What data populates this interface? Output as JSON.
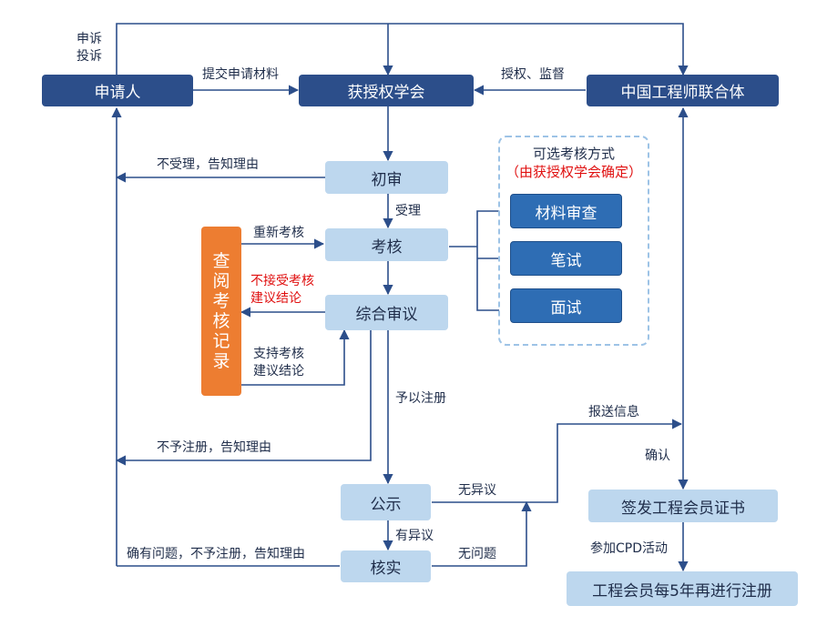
{
  "nodes": {
    "applicant": "申请人",
    "authorized_society": "获授权学会",
    "ceec": "中国工程师联合体",
    "initial_review": "初审",
    "assessment": "考核",
    "comprehensive_review": "综合审议",
    "review_records": "查阅考核记录",
    "publicity": "公示",
    "verification": "核实",
    "issue_certificate": "签发工程会员证书",
    "reregister": "工程会员每5年再进行注册"
  },
  "assessment_options": {
    "title": "可选考核方式",
    "subtitle": "（由获授权学会确定）",
    "methods": [
      "材料审查",
      "笔试",
      "面试"
    ]
  },
  "labels": {
    "appeal_line1": "申诉",
    "appeal_line2": "投诉",
    "submit_materials": "提交申请材料",
    "authorize_supervise": "授权、监督",
    "not_accepted": "不受理，告知理由",
    "accepted": "受理",
    "reassess": "重新考核",
    "not_accept_line1": "不接受考核",
    "not_accept_line2": "建议结论",
    "support_line1": "支持考核",
    "support_line2": "建议结论",
    "grant_registration": "予以注册",
    "not_register": "不予注册，告知理由",
    "report_info": "报送信息",
    "confirm": "确认",
    "no_objection": "无异议",
    "has_objection": "有异议",
    "no_problem": "无问题",
    "confirmed_problem": "确有问题，不予注册，告知理由",
    "cpd": "参加CPD活动"
  },
  "colors": {
    "dark_box": "#2c4e8a",
    "light_box": "#bdd7ee",
    "method_box": "#2e6db4",
    "orange_box": "#ed7d31",
    "line": "#2c4e8a",
    "highlight_text": "#e01010",
    "dashed_border": "#9dc3e6"
  }
}
